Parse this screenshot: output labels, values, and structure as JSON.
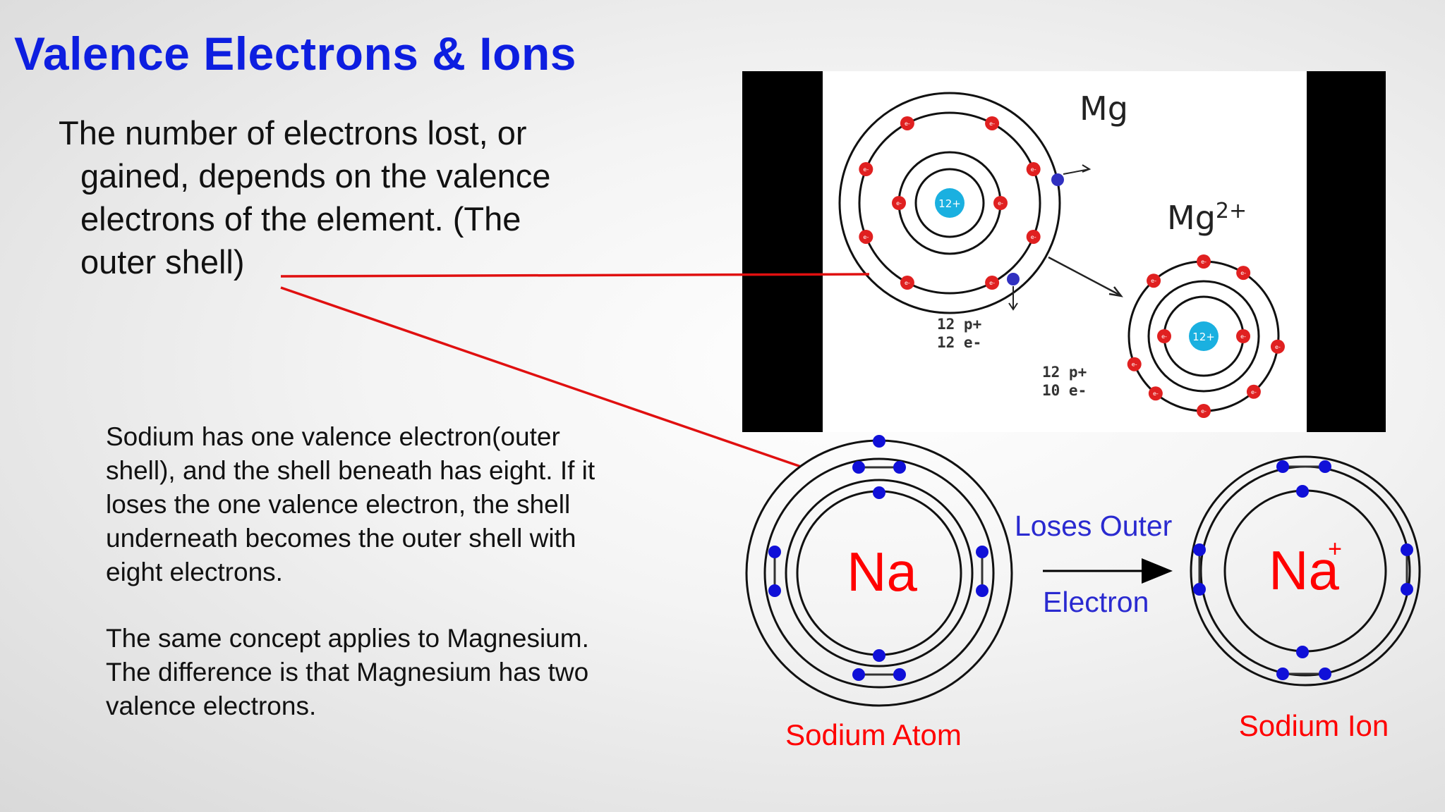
{
  "slide": {
    "title": "Valence Electrons & Ions",
    "intro_lines": [
      "The number of electrons lost, or",
      "gained, depends on the valence",
      "electrons of the element. (The",
      "outer shell)"
    ],
    "paragraph1_lines": [
      "Sodium has one valence electron(outer",
      "shell), and the shell beneath has eight. If it",
      "loses the one valence electron, the shell",
      "underneath becomes the outer shell with",
      "eight electrons."
    ],
    "paragraph2_lines": [
      "The same concept applies to Magnesium.",
      "The difference is that Magnesium has two",
      "valence electrons."
    ]
  },
  "mg_diagram": {
    "atom_label": "Mg",
    "ion_label": "Mg",
    "ion_charge": "2+",
    "nucleus_label": "12+",
    "electron_label": "e-",
    "atom_counts": [
      "12 p+",
      "12 e-"
    ],
    "ion_counts": [
      "12 p+",
      "10 e-"
    ]
  },
  "na_diagram": {
    "atom_symbol": "Na",
    "ion_symbol": "Na",
    "ion_charge": "+",
    "arrow_top": "Loses Outer",
    "arrow_bottom": "Electron",
    "atom_caption": "Sodium Atom",
    "ion_caption": "Sodium Ion"
  },
  "colors": {
    "title": "#0d1ee0",
    "electron_red": "#e02020",
    "electron_blue": "#1010d8",
    "nucleus": "#1ab0e0",
    "pointer_line": "#e01010",
    "na_text": "#ff0000",
    "arrow_text": "#2a2ad0"
  }
}
